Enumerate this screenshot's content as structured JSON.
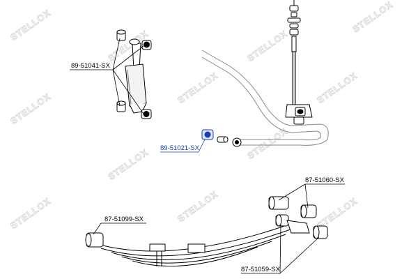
{
  "watermark": {
    "text": "STELLOX"
  },
  "parts": {
    "shock_bushings": {
      "number": "89-51041-SX"
    },
    "stabilizer_bushing": {
      "number": "89-51021-SX",
      "color": "#1a3fb0"
    },
    "shackle_bushing_upper": {
      "number": "87-51060-SX"
    },
    "spring_eye_bushing": {
      "number": "87-51099-SX"
    },
    "shackle_bushing_lower": {
      "number": "87-51059-SX"
    }
  }
}
